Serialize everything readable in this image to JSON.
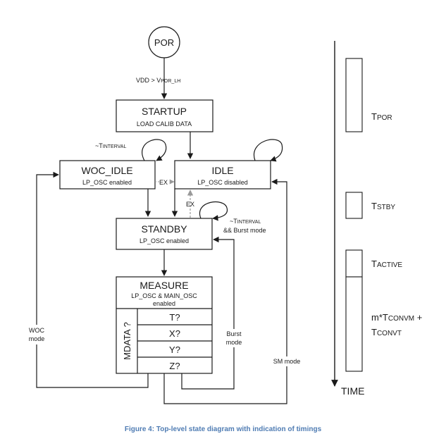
{
  "states": {
    "por": "POR",
    "startup": {
      "title": "STARTUP",
      "subtitle": "LOAD CALIB DATA"
    },
    "woc_idle": {
      "title": "WOC_IDLE",
      "subtitle": "LP_OSC enabled"
    },
    "idle": {
      "title": "IDLE",
      "subtitle": "LP_OSC disabled"
    },
    "standby": {
      "title": "STANDBY",
      "subtitle": "LP_OSC enabled"
    },
    "measure": {
      "title": "MEASURE",
      "subtitle_line1": "LP_OSC & MAIN_OSC",
      "subtitle_line2": "enabled",
      "mdata_label": "MDATA ?",
      "rows": [
        "T?",
        "X?",
        "Y?",
        "Z?"
      ]
    }
  },
  "transitions": {
    "vdd_main": "VDD > V",
    "vdd_sub": "POR_LH",
    "t_interval_prefix": "~T",
    "t_interval_suffix": "INTERVAL",
    "ex_woc_idle": "EX",
    "ex_standby_idle": "EX",
    "standby_loop_prefix": "~T",
    "standby_loop_suffix": "INTERVAL",
    "standby_loop_burst": "&& Burst mode",
    "woc_mode_line1": "WOC",
    "woc_mode_line2": "mode",
    "burst_mode_line1": "Burst",
    "burst_mode_line2": "mode",
    "sm_mode": "SM mode"
  },
  "timing": {
    "t_por": {
      "main": "T",
      "sub": "POR"
    },
    "t_stby": {
      "main": "T",
      "sub": "STBY"
    },
    "t_active": {
      "main": "T",
      "sub": "ACTIVE"
    },
    "t_conv_line1": {
      "main": "m*T",
      "sub": "CONVM",
      "tail": " +"
    },
    "t_conv_line2": {
      "main": "T",
      "sub": "CONVT"
    },
    "time_label": "TIME"
  },
  "caption": "Figure 4: Top-level state diagram with indication of timings",
  "colors": {
    "caption": "#4f7cb3",
    "line": "#1a1a1a",
    "gray_arrow": "#999999"
  }
}
